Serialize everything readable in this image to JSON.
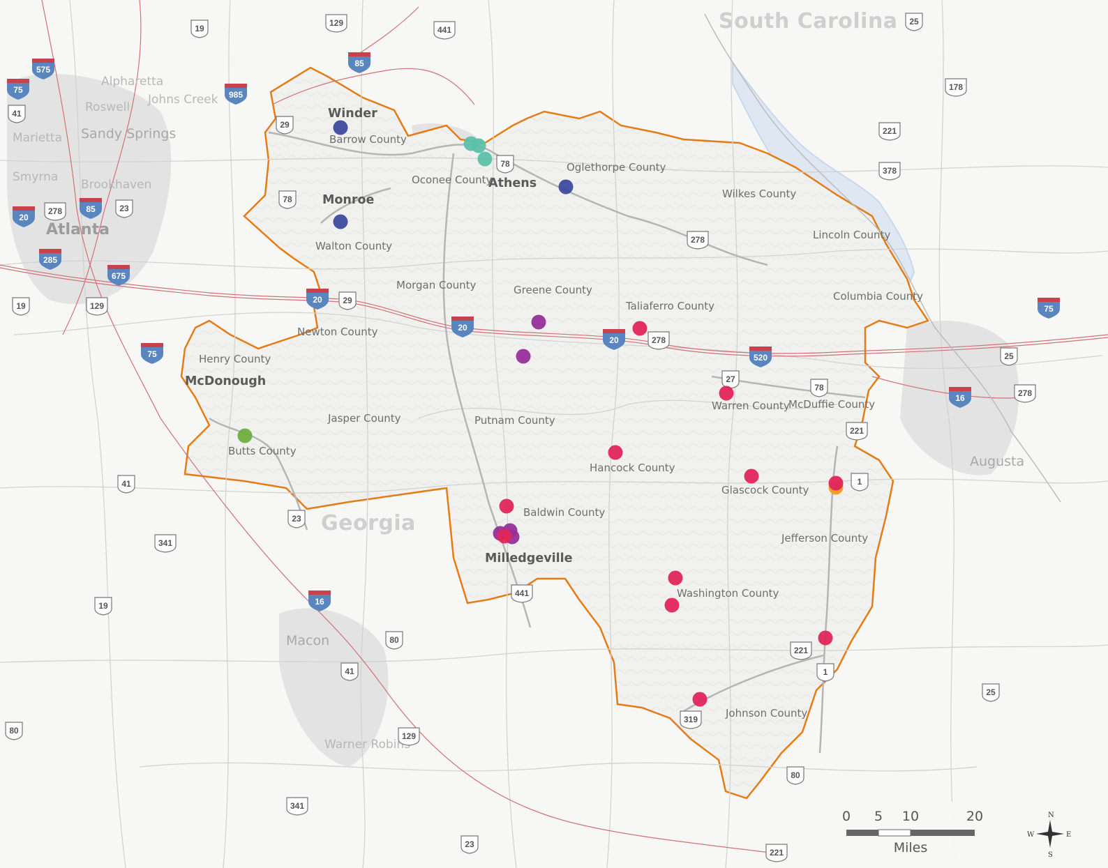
{
  "map": {
    "states": [
      {
        "name": "South Carolina"
      },
      {
        "name": "Georgia"
      }
    ],
    "cities": [
      "Alpharetta",
      "Johns Creek",
      "Roswell",
      "Sandy Springs",
      "Marietta",
      "Smyrna",
      "Brookhaven",
      "Atlanta",
      "Macon",
      "Warner Robins",
      "Augusta"
    ],
    "region_towns": [
      "Winder",
      "Monroe",
      "Athens",
      "McDonough",
      "Milledgeville"
    ],
    "counties": [
      "Barrow County",
      "Oconee County",
      "Oglethorpe County",
      "Walton County",
      "Wilkes County",
      "Lincoln County",
      "Morgan County",
      "Greene County",
      "Taliaferro County",
      "Columbia County",
      "Newton County",
      "Henry County",
      "Warren County",
      "McDuffie County",
      "Jasper County",
      "Putnam County",
      "Butts County",
      "Hancock County",
      "Glascock County",
      "Baldwin County",
      "Jefferson County",
      "Washington County",
      "Johnson County"
    ],
    "shields": {
      "interstate": [
        "575",
        "75",
        "85",
        "985",
        "85",
        "285",
        "675",
        "20",
        "75",
        "20",
        "20",
        "20",
        "520",
        "75",
        "16",
        "16"
      ],
      "us_state": [
        "19",
        "129",
        "441",
        "25",
        "29",
        "178",
        "41",
        "221",
        "378",
        "78",
        "23",
        "278",
        "78",
        "278",
        "29",
        "19",
        "129",
        "278",
        "27",
        "78",
        "25",
        "278",
        "221",
        "1",
        "41",
        "23",
        "341",
        "441",
        "19",
        "80",
        "41",
        "221",
        "1",
        "129",
        "80",
        "25",
        "80",
        "341",
        "23",
        "221",
        "319"
      ]
    },
    "scale": {
      "ticks": [
        "0",
        "5",
        "10",
        "20"
      ],
      "unit": "Miles"
    },
    "compass": {
      "n": "N",
      "s": "S",
      "e": "E",
      "w": "W"
    },
    "colors": {
      "boundary": "#e57b14",
      "interstate": "#c9414a",
      "point_blue": "#3d4a9e",
      "point_teal": "#5bc0a9",
      "point_purple": "#962f9a",
      "point_red": "#e2255a",
      "point_green": "#6fae3f",
      "point_orange": "#f39a1d"
    }
  }
}
